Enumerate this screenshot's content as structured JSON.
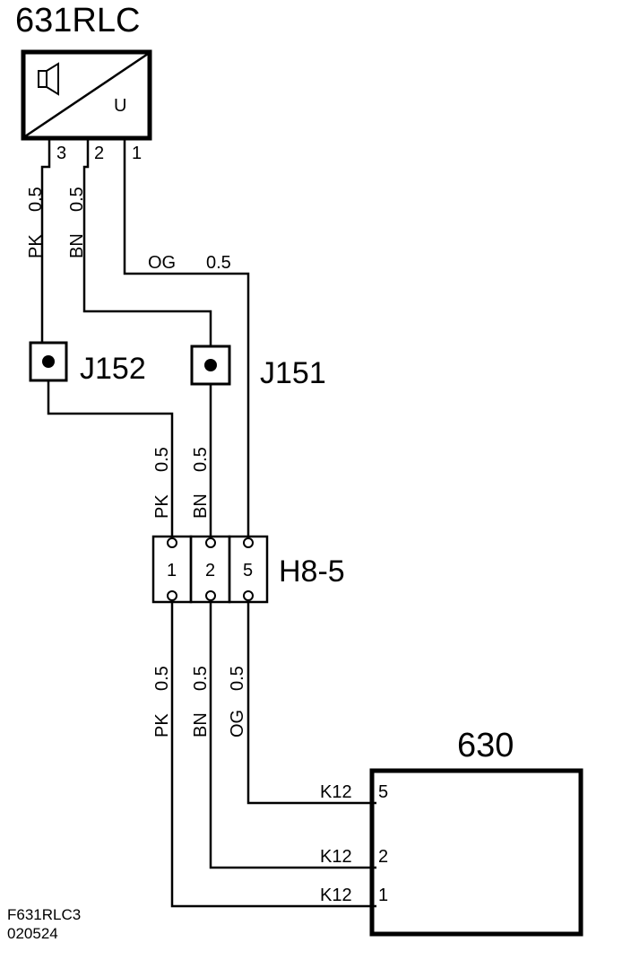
{
  "components": {
    "rlc": {
      "name": "631RLC",
      "unit_label": "U",
      "pins": [
        "3",
        "2",
        "1"
      ]
    },
    "j152": {
      "name": "J152"
    },
    "j151": {
      "name": "J151"
    },
    "h8": {
      "name": "H8-5",
      "pins": [
        "1",
        "2",
        "5"
      ]
    },
    "c630": {
      "name": "630",
      "pins": [
        "5",
        "2",
        "1"
      ],
      "pin_prefix": "K12"
    }
  },
  "wires": {
    "top_pk": {
      "color": "PK",
      "size": "0.5"
    },
    "top_bn": {
      "color": "BN",
      "size": "0.5"
    },
    "top_og": {
      "color": "OG",
      "size": "0.5"
    },
    "mid_pk": {
      "color": "PK",
      "size": "0.5"
    },
    "mid_bn": {
      "color": "BN",
      "size": "0.5"
    },
    "bot_pk": {
      "color": "PK",
      "size": "0.5"
    },
    "bot_bn": {
      "color": "BN",
      "size": "0.5"
    },
    "bot_og": {
      "color": "OG",
      "size": "0.5"
    }
  },
  "footer": {
    "code": "F631RLC3",
    "date": "020524"
  }
}
